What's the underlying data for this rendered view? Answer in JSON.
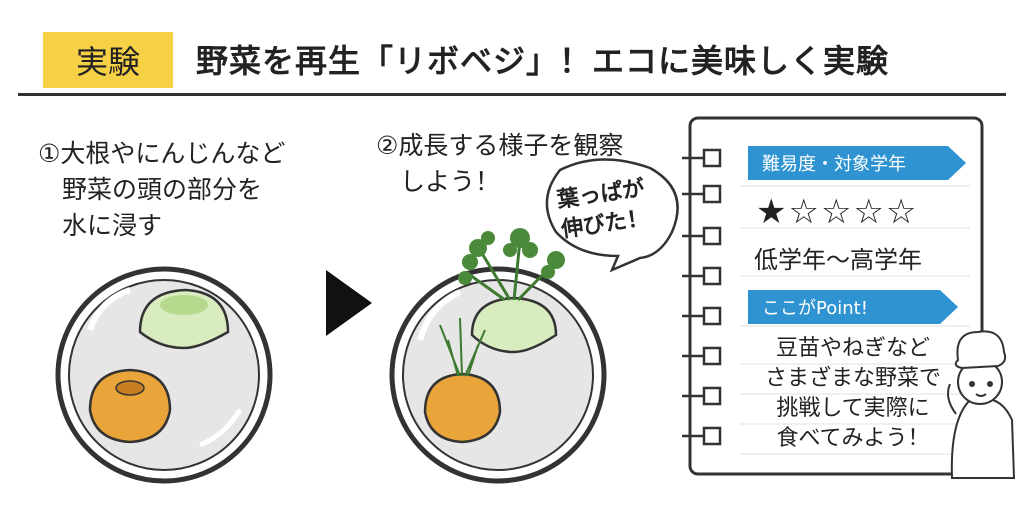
{
  "header": {
    "tag": "実験",
    "title": "野菜を再生「リボベジ」！エコに美味しく実験"
  },
  "steps": [
    {
      "line1": "①大根やにんじんなど",
      "line2": "野菜の頭の部分を",
      "line3": "水に浸す"
    },
    {
      "line1": "②成長する様子を観察",
      "line2": "しよう！"
    }
  ],
  "bubble": {
    "line1": "葉っぱが",
    "line2": "伸びた！"
  },
  "info": {
    "difficulty_label": "難易度・対象学年",
    "stars": "★☆☆☆☆",
    "difficulty_rating": 1,
    "difficulty_max": 5,
    "grade": "低学年〜高学年",
    "point_label": "ここがPoint!",
    "point_lines": [
      "豆苗やねぎなど",
      "さまざまな野菜で",
      "挑戦して実際に",
      "食べてみよう！"
    ]
  },
  "colors": {
    "accent_yellow": "#f6d146",
    "badge_blue": "#2f93d2",
    "radish_green": "#d9ecc0",
    "carrot_orange": "#e9a43a",
    "leaf_green": "#4a8a3a"
  },
  "icons": [
    "arrow-right-icon",
    "plate-radish-carrot",
    "plate-sprouted-vegetables",
    "chef-character"
  ]
}
